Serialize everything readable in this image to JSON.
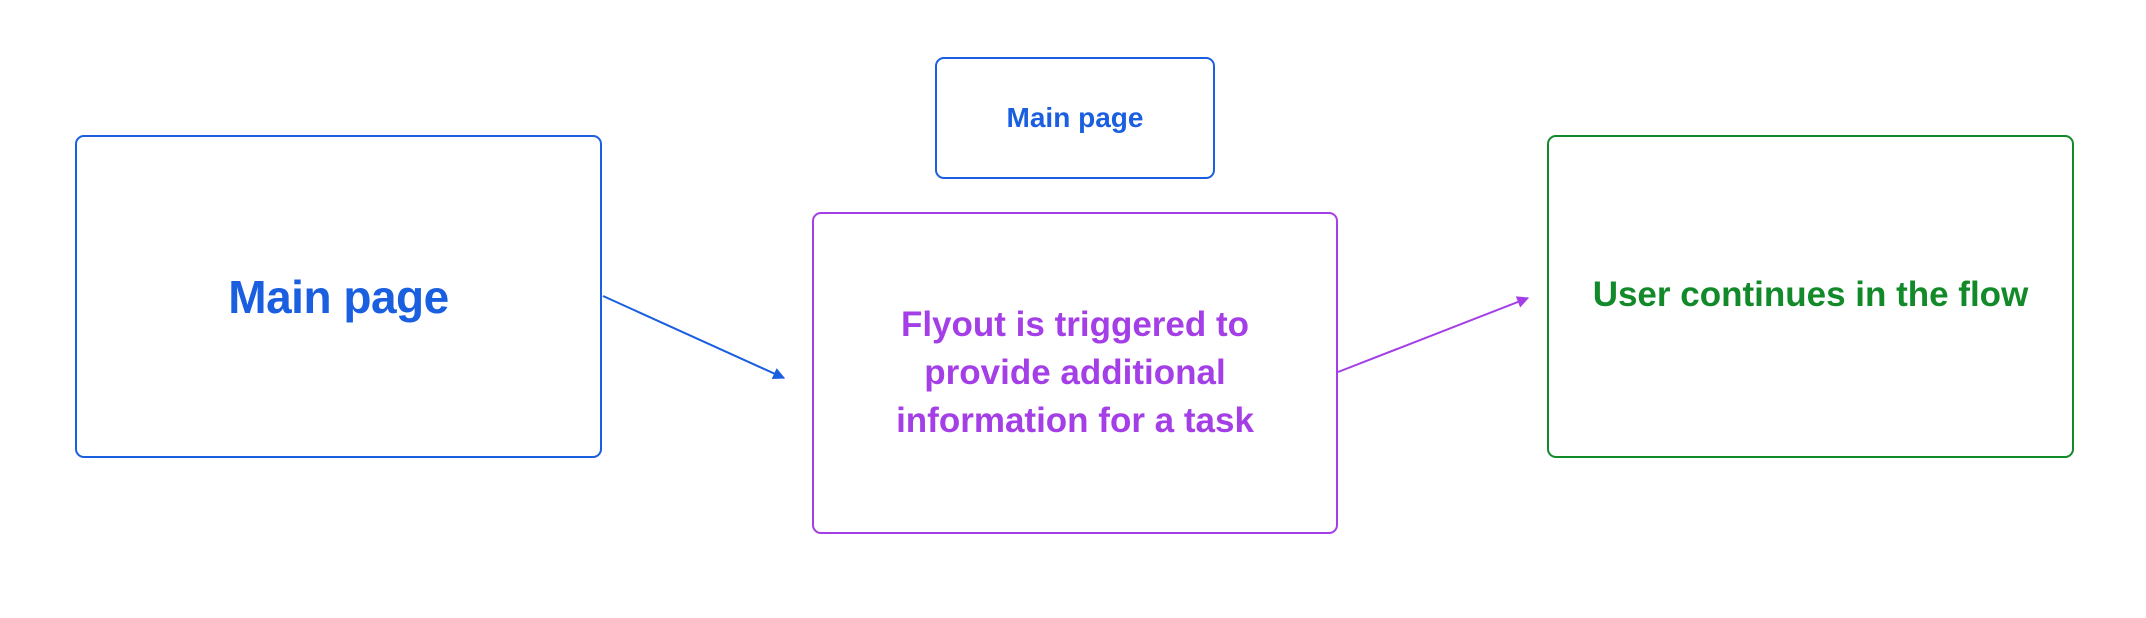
{
  "diagram": {
    "nodes": {
      "main_left": {
        "label": "Main page"
      },
      "main_small": {
        "label": "Main page"
      },
      "flyout": {
        "label": "Flyout is triggered to provide additional information for a task"
      },
      "continue": {
        "label": "User continues in the flow"
      }
    },
    "edges": [
      {
        "from": "main_left",
        "to": "flyout",
        "color": "#1a5fe0"
      },
      {
        "from": "flyout",
        "to": "continue",
        "color": "#a43ee6"
      }
    ]
  },
  "colors": {
    "primary_blue": "#1a5fe0",
    "flyout_purple": "#a43ee6",
    "success_green": "#138a2a"
  }
}
